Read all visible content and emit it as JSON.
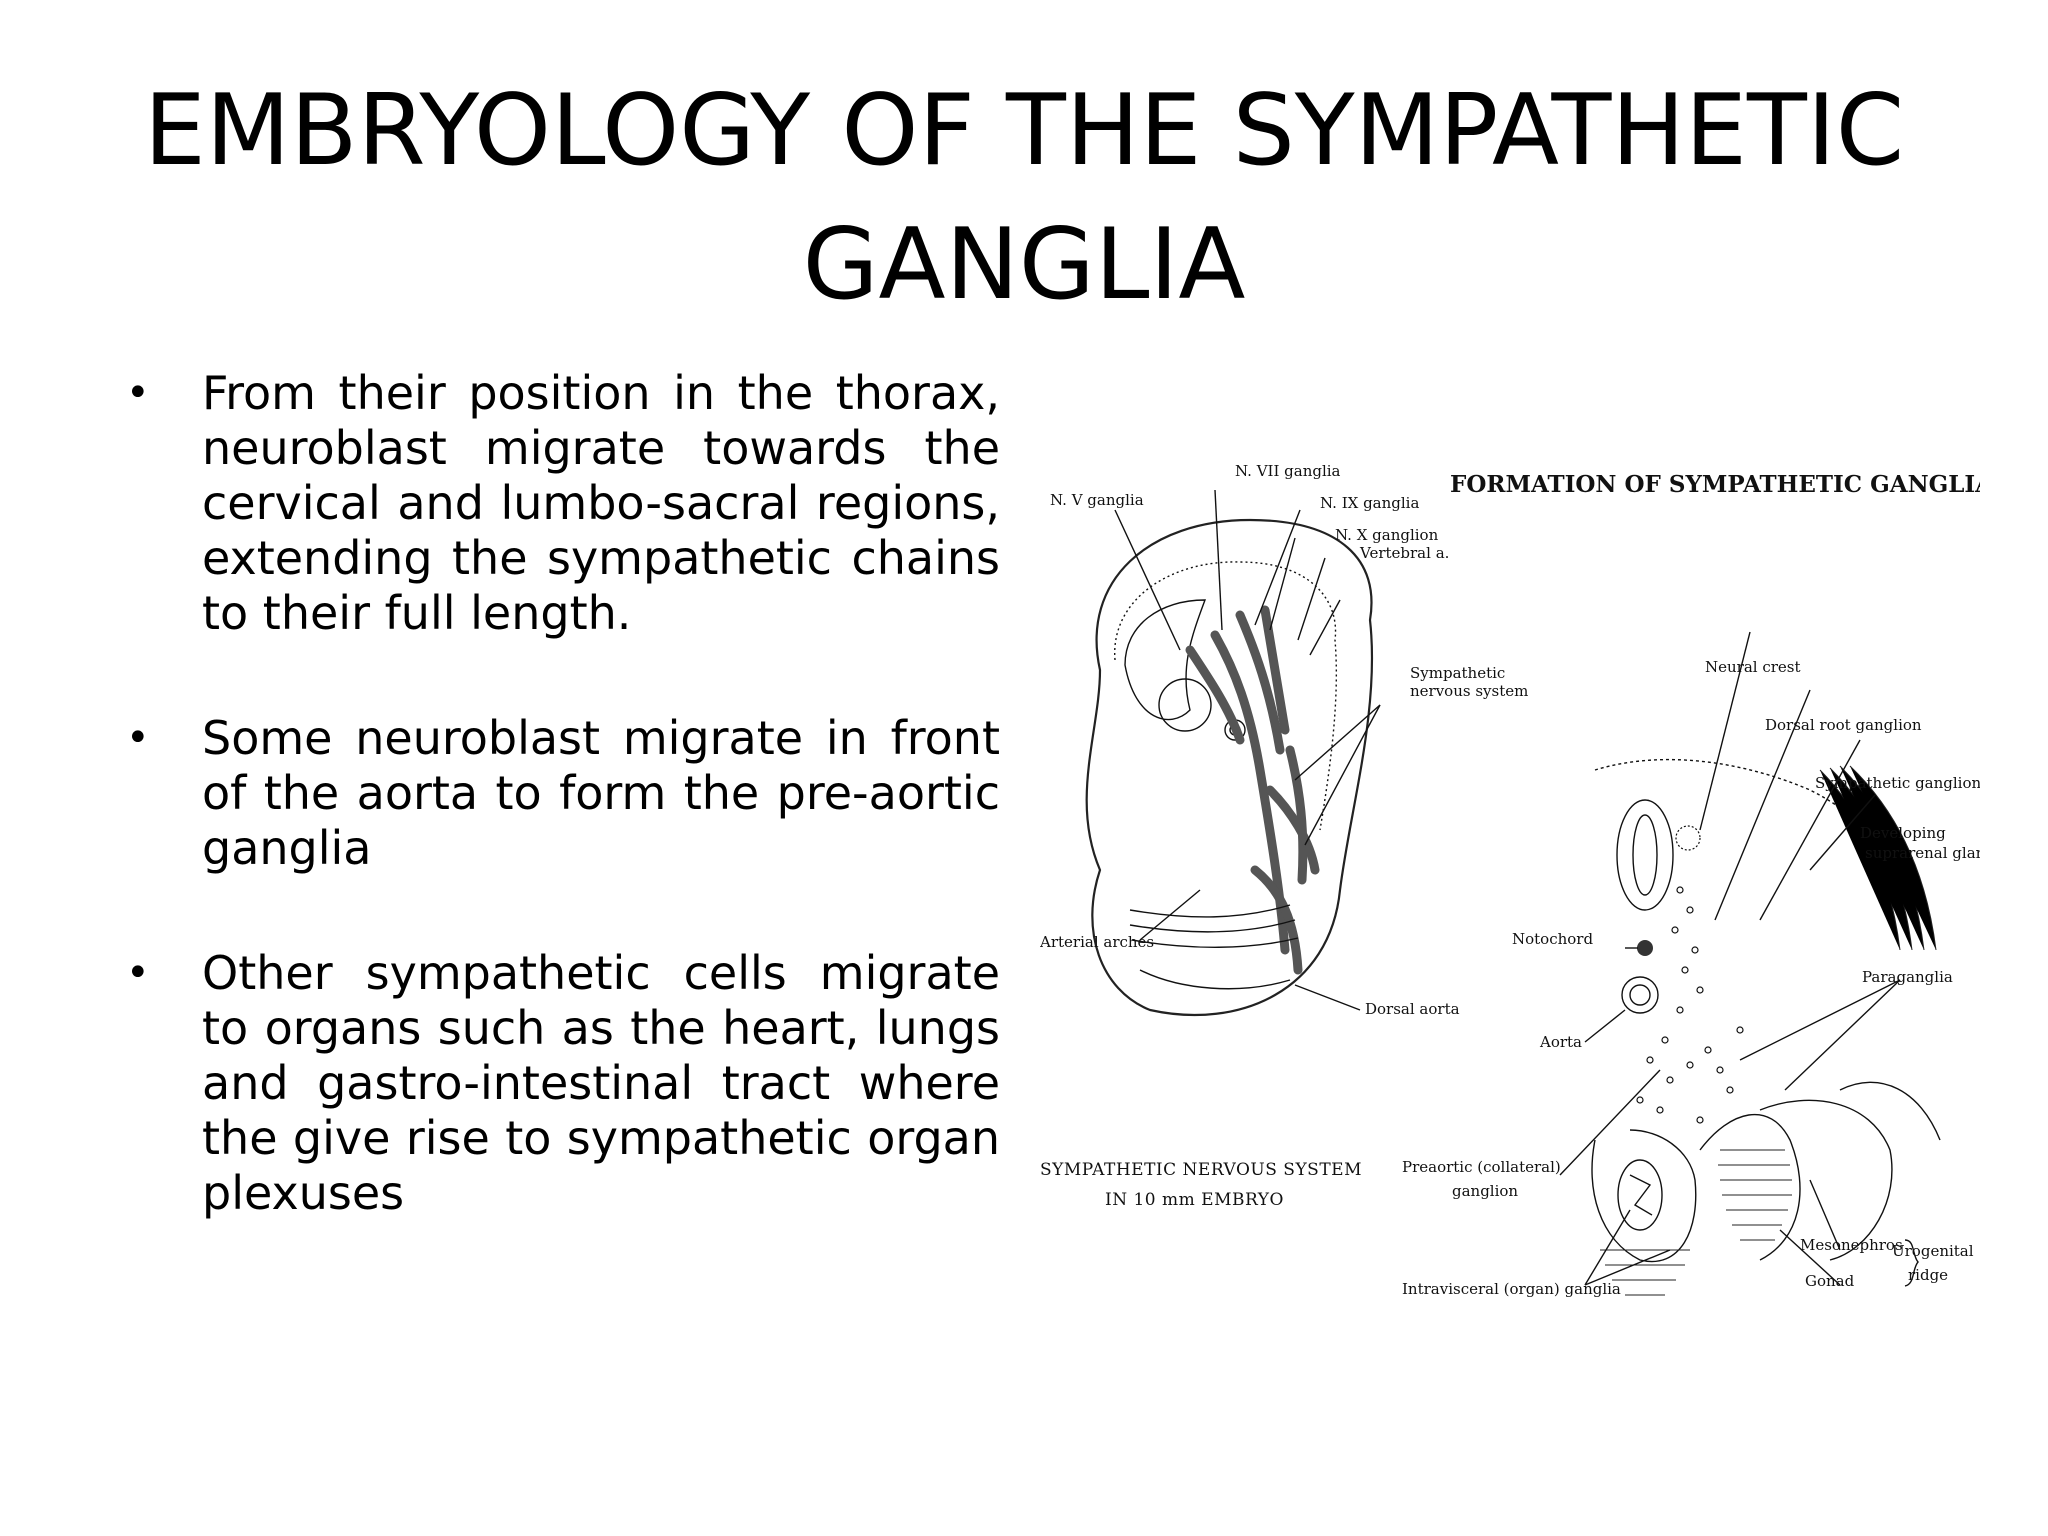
{
  "title": {
    "line1": "EMBRYOLOGY OF THE SYMPATHETIC",
    "line2": "GANGLIA"
  },
  "bullets": [
    "From their position in the thorax, neuroblast migrate towards the cervical and lumbo-sacral regions, extending the sympathetic chains to their full length.",
    "Some neuroblast migrate in front of the aorta to form the pre-aortic ganglia",
    "Other sympathetic cells migrate to organs such as the heart, lungs and gastro-intestinal tract where the give rise to sympathetic organ plexuses"
  ],
  "bullet_symbol": "•",
  "figure": {
    "heading": "FORMATION OF SYMPATHETIC GANGLIA",
    "left_labels": {
      "n_v": "N. V ganglia",
      "n_vii": "N. VII ganglia",
      "n_ix": "N. IX ganglia",
      "n_x": "N. X ganglion",
      "vertebral": "Vertebral a.",
      "sympathetic_1": "Sympathetic",
      "sympathetic_2": "nervous system",
      "arterial": "Arterial arches",
      "dorsal_aorta": "Dorsal aorta"
    },
    "left_caption": {
      "line1": "SYMPATHETIC NERVOUS SYSTEM",
      "line2": "IN 10 mm EMBRYO"
    },
    "right_labels": {
      "neural_crest": "Neural crest",
      "dorsal_root": "Dorsal root ganglion",
      "sympathetic_ganglion": "Sympathetic ganglion",
      "developing_1": "Developing",
      "developing_2": "suprarenal gland",
      "notochord": "Notochord",
      "paraganglia": "Paraganglia",
      "aorta": "Aorta",
      "preaortic_1": "Preaortic (collateral)",
      "preaortic_2": "ganglion",
      "mesonephros": "Mesonephros",
      "gonad": "Gonad",
      "urogenital_1": "Urogenital",
      "urogenital_2": "ridge",
      "intravisceral": "Intravisceral (organ) ganglia"
    }
  }
}
